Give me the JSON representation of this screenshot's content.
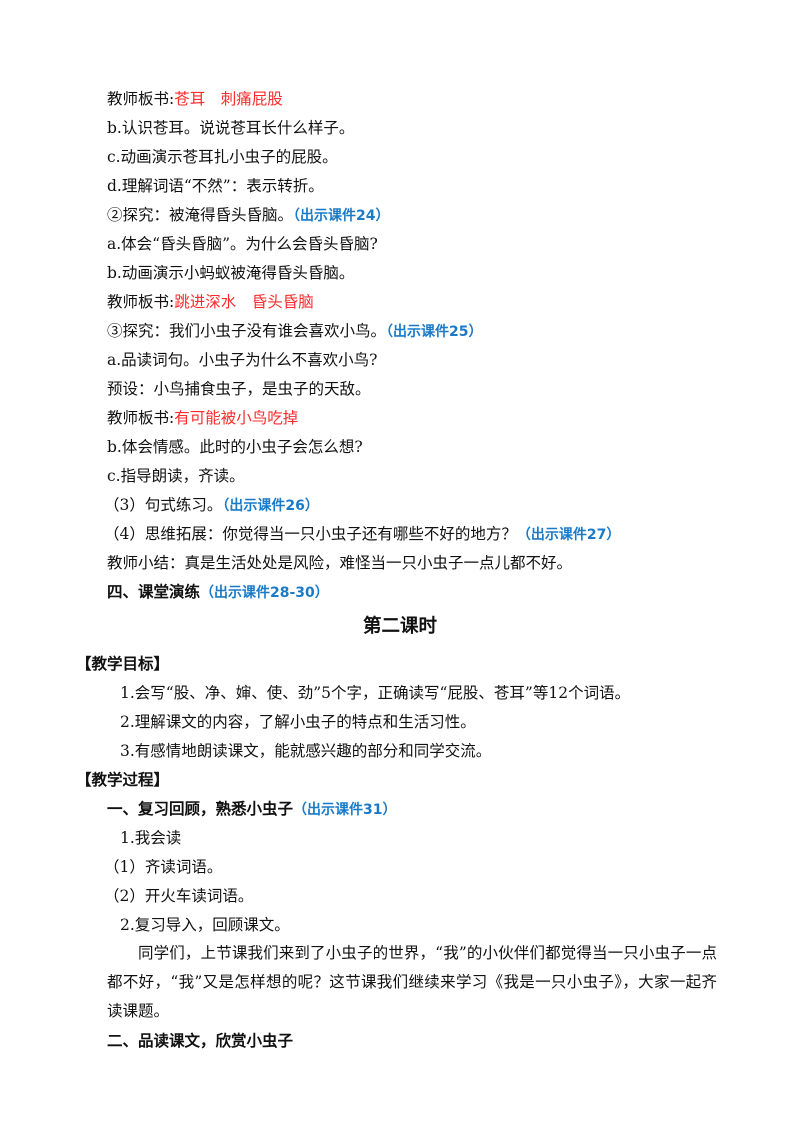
{
  "top": {
    "l1_a": "教师板书:",
    "l1_b": "苍耳　刺痛屁股",
    "l2": "b.认识苍耳。说说苍耳长什么样子。",
    "l3": "c.动画演示苍耳扎小虫子的屁股。",
    "l4": "d.理解词语“不然”：表示转折。",
    "l5_a": "②探究：被淹得昏头昏脑。",
    "l5_b": "（出示课件24）",
    "l6": "a.体会“昏头昏脑”。为什么会昏头昏脑?",
    "l7": "b.动画演示小蚂蚁被淹得昏头昏脑。",
    "l8_a": "教师板书:",
    "l8_b": "跳进深水　昏头昏脑",
    "l9_a": "③探究：我们小虫子没有谁会喜欢小鸟。",
    "l9_b": "（出示课件25）",
    "l10": "a.品读词句。小虫子为什么不喜欢小鸟?",
    "l11": "预设：小鸟捕食虫子，是虫子的天敌。",
    "l12_a": "教师板书:",
    "l12_b": "有可能被小鸟吃掉",
    "l13": "b.体会情感。此时的小虫子会怎么想?",
    "l14": "c.指导朗读，齐读。",
    "l15_a": "（3）句式练习。",
    "l15_b": "（出示课件26）",
    "l16_a": "（4）思维拓展：你觉得当一只小虫子还有哪些不好的地方？",
    "l16_b": "（出示课件27）",
    "l17": "教师小结：真是生活处处是风险，难怪当一只小虫子一点儿都不好。",
    "l18_a": "四、课堂演练",
    "l18_b": "（出示课件28-30）"
  },
  "lesson2": {
    "title": "第二课时",
    "goals_header": "【教学目标】",
    "goal1": "1.会写“股、净、婶、使、劲”5个字，正确读写“屁股、苍耳”等12个词语。",
    "goal2": "2.理解课文的内容，了解小虫子的特点和生活习性。",
    "goal3": "3.有感情地朗读课文，能就感兴趣的部分和同学交流。",
    "process_header": "【教学过程】",
    "s1_a": "一、复习回顾，熟悉小虫子",
    "s1_b": "（出示课件31）",
    "p1": "1.我会读",
    "p2": "（1）齐读词语。",
    "p3": "（2）开火车读词语。",
    "p4": "2.复习导入，回顾课文。",
    "para": "同学们，上节课我们来到了小虫子的世界，“我”的小伙伴们都觉得当一只小虫子一点都不好，“我”又是怎样想的呢？这节课我们继续来学习《我是一只小虫子》，大家一起齐读课题。",
    "s2": "二、品读课文，欣赏小虫子"
  }
}
